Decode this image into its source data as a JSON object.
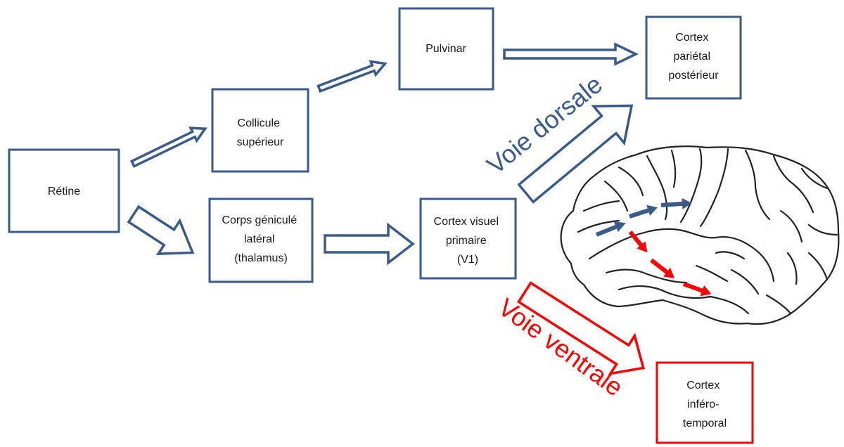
{
  "colors": {
    "dorsal": "#3a5a8c",
    "ventral": "#ff0000",
    "text": "#1a1a1a",
    "brain_stroke": "#222222",
    "brain_fill": "#ffffff"
  },
  "nodes": {
    "retine": {
      "lines": [
        "Rétine"
      ]
    },
    "colliculus": {
      "lines": [
        "Collicule",
        "supérieur"
      ]
    },
    "pulvinar": {
      "lines": [
        "Pulvinar"
      ]
    },
    "cgl": {
      "lines": [
        "Corps géniculé",
        "latéral",
        "(thalamus)"
      ]
    },
    "v1": {
      "lines": [
        "Cortex visuel",
        "primaire",
        "(V1)"
      ]
    },
    "ppc": {
      "lines": [
        "Cortex",
        "pariétal",
        "postérieur"
      ]
    },
    "it": {
      "lines": [
        "Cortex",
        "inféro-",
        "temporal"
      ]
    }
  },
  "pathways": {
    "dorsal_label": "Voie dorsale",
    "ventral_label": "Voie ventrale"
  },
  "icons": {
    "brain": "brain-illustration-icon"
  }
}
